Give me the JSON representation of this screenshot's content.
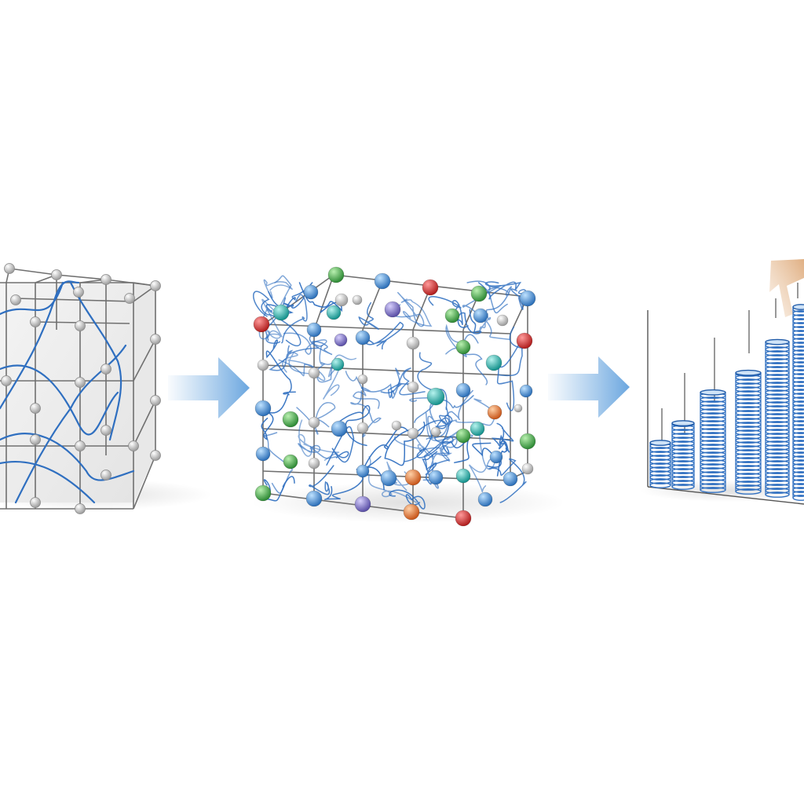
{
  "diagram": {
    "stages": [
      {
        "name": "sparse-lattice"
      },
      {
        "name": "dense-doped-network"
      },
      {
        "name": "coil-stack-growth"
      }
    ],
    "colors": {
      "background": "#ffffff",
      "frame": "#6f6f6f",
      "node_gray": "#c4c4c4",
      "fiber_blue": "#2f6fc0",
      "arrow_blue": "#7fb3e4",
      "arrow_peach": "#e9c29c",
      "dopant_red": "#c62828",
      "dopant_green": "#3f9b45",
      "dopant_blue": "#3b83cf",
      "dopant_teal": "#21a5a0",
      "dopant_purple": "#6f63b8",
      "dopant_orange": "#dd6a1f"
    },
    "coil_stacks": [
      {
        "name": "stack-1",
        "level": 0.2
      },
      {
        "name": "stack-2",
        "level": 0.3
      },
      {
        "name": "stack-3",
        "level": 0.46
      },
      {
        "name": "stack-4",
        "level": 0.56
      },
      {
        "name": "stack-5",
        "level": 0.72
      },
      {
        "name": "stack-6",
        "level": 0.9
      }
    ]
  }
}
